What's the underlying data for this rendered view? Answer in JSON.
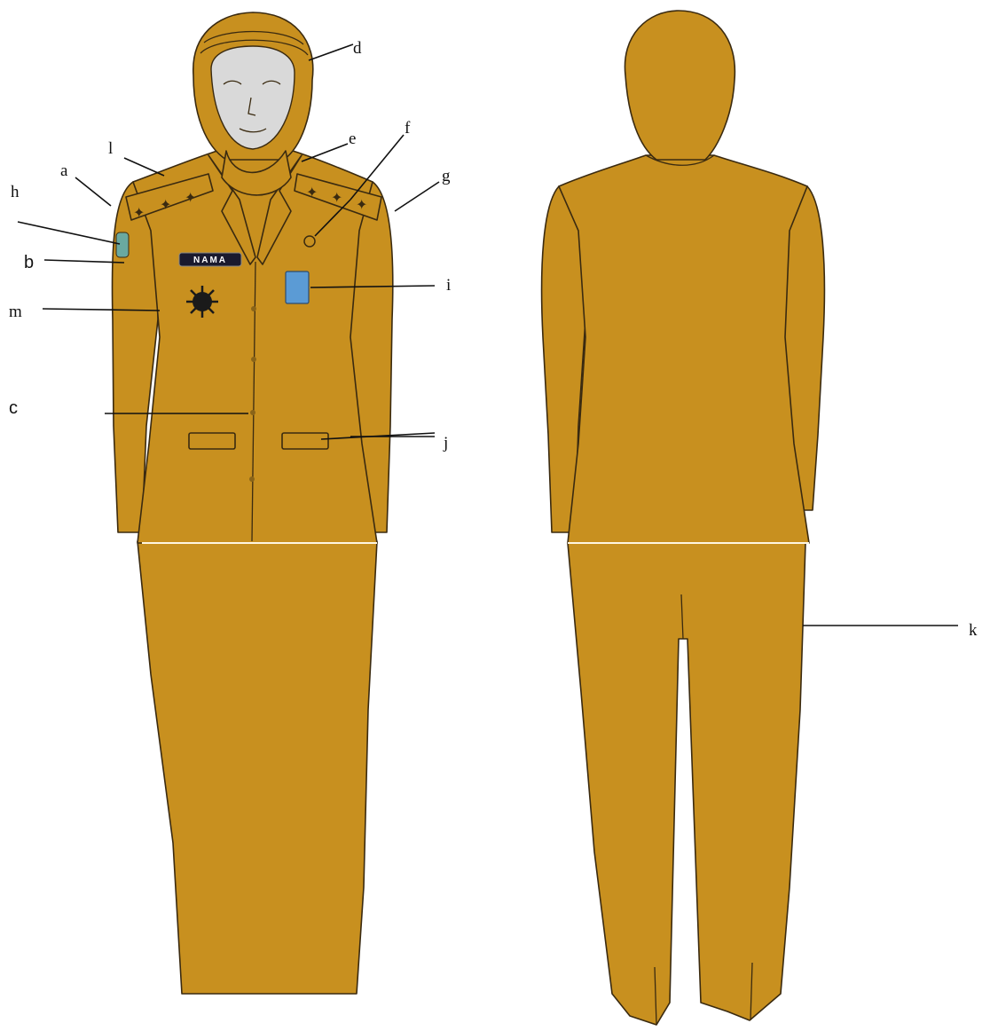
{
  "labels": {
    "a": "a",
    "b": "b",
    "c": "c",
    "d": "d",
    "e": "e",
    "f": "f",
    "g": "g",
    "h": "h",
    "i": "i",
    "j": "j",
    "k": "k",
    "l": "l",
    "m": "m"
  },
  "name_tag": "NAMA",
  "colors": {
    "uniform": "#c8901f",
    "outline": "#3a2a10",
    "face": "#d9d9d9",
    "badge_blue": "#5b9bd5",
    "name_tag_bg": "#1a1a2e",
    "emblem": "#1a1a1a"
  }
}
